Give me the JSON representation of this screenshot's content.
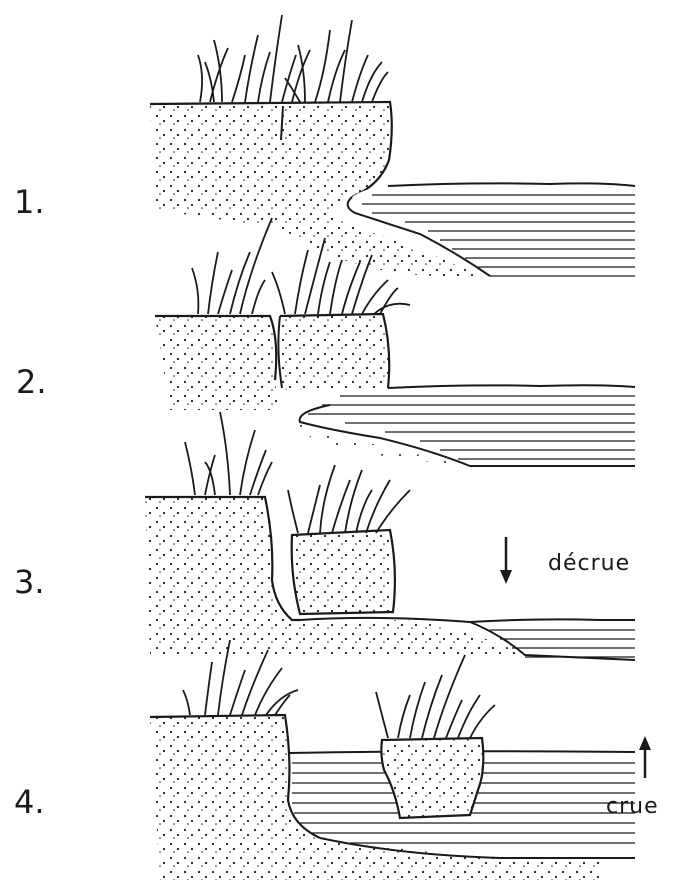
{
  "steps": [
    {
      "number": "1."
    },
    {
      "number": "2."
    },
    {
      "number": "3.",
      "arrow_label": "décrue",
      "arrow_direction": "down"
    },
    {
      "number": "4.",
      "arrow_label": "crue",
      "arrow_direction": "up"
    }
  ],
  "colors": {
    "ink": "#1a1a1a",
    "paper": "#ffffff"
  }
}
